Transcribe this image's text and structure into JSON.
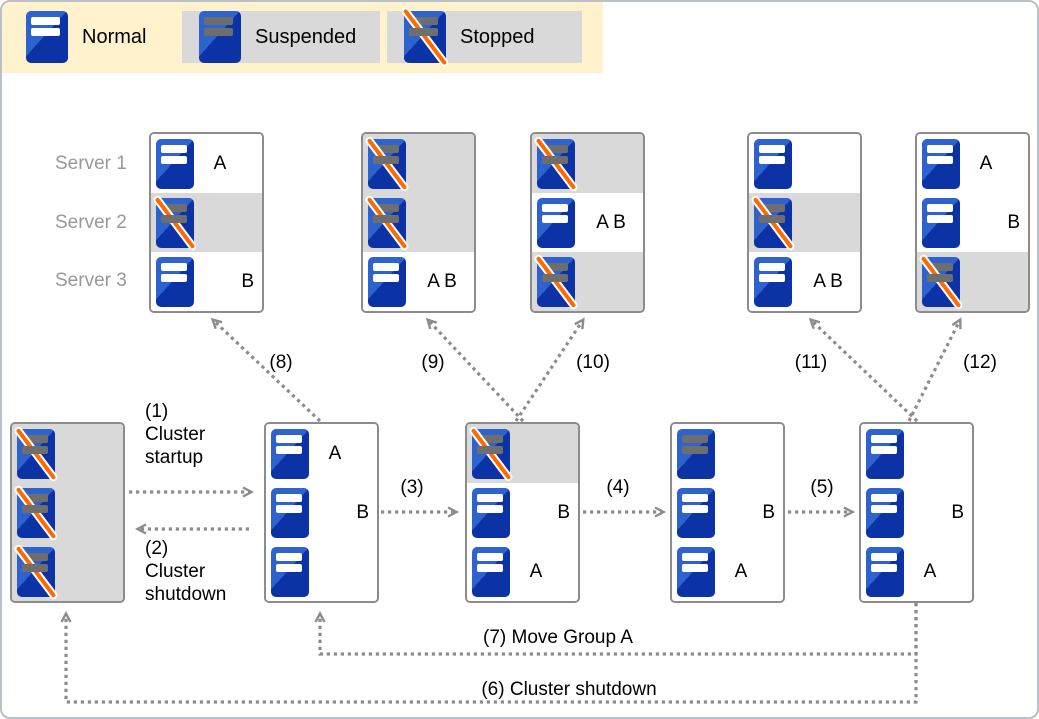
{
  "colors": {
    "cream": "#FFF2CC",
    "gray_row": "#D9D9D9",
    "blue_l": "#2E63CE",
    "blue_d": "#0C33A6",
    "orange": "#FF6A00",
    "border": "#8C8C8C",
    "arrow": "#8C8C8C",
    "muted": "#999999"
  },
  "legend": {
    "items": [
      {
        "state": "normal",
        "label": "Normal"
      },
      {
        "state": "suspended",
        "label": "Suspended"
      },
      {
        "state": "stopped",
        "label": "Stopped"
      }
    ]
  },
  "server_rows": [
    "Server 1",
    "Server 2",
    "Server 3"
  ],
  "clusters": {
    "top": [
      {
        "rows": [
          {
            "state": "normal",
            "group": "A",
            "slot": "a",
            "bg": "white"
          },
          {
            "state": "stopped",
            "group": "",
            "bg": "gray"
          },
          {
            "state": "normal",
            "group": "B",
            "slot": "b",
            "bg": "white"
          }
        ]
      },
      {
        "rows": [
          {
            "state": "stopped",
            "group": "",
            "bg": "gray"
          },
          {
            "state": "stopped",
            "group": "",
            "bg": "gray"
          },
          {
            "state": "normal",
            "group": "A B",
            "slot": "ab",
            "bg": "white"
          }
        ]
      },
      {
        "rows": [
          {
            "state": "stopped",
            "group": "",
            "bg": "gray"
          },
          {
            "state": "normal",
            "group": "A B",
            "slot": "ab",
            "bg": "white"
          },
          {
            "state": "stopped",
            "group": "",
            "bg": "gray"
          }
        ]
      },
      {
        "rows": [
          {
            "state": "normal",
            "group": "",
            "bg": "white"
          },
          {
            "state": "stopped",
            "group": "",
            "bg": "gray"
          },
          {
            "state": "normal",
            "group": "A B",
            "slot": "ab",
            "bg": "white"
          }
        ]
      },
      {
        "rows": [
          {
            "state": "normal",
            "group": "A",
            "slot": "a",
            "bg": "white"
          },
          {
            "state": "normal",
            "group": "B",
            "slot": "b",
            "bg": "white"
          },
          {
            "state": "stopped",
            "group": "",
            "bg": "gray"
          }
        ]
      }
    ],
    "bottom": [
      {
        "rows": [
          {
            "state": "stopped",
            "group": "",
            "bg": "gray"
          },
          {
            "state": "stopped",
            "group": "",
            "bg": "gray"
          },
          {
            "state": "stopped",
            "group": "",
            "bg": "gray"
          }
        ]
      },
      {
        "rows": [
          {
            "state": "normal",
            "group": "A",
            "slot": "a",
            "bg": "white"
          },
          {
            "state": "normal",
            "group": "B",
            "slot": "b",
            "bg": "white"
          },
          {
            "state": "normal",
            "group": "",
            "bg": "white"
          }
        ]
      },
      {
        "rows": [
          {
            "state": "stopped",
            "group": "",
            "bg": "gray"
          },
          {
            "state": "normal",
            "group": "B",
            "slot": "b",
            "bg": "white"
          },
          {
            "state": "normal",
            "group": "A",
            "slot": "a",
            "bg": "white"
          }
        ]
      },
      {
        "rows": [
          {
            "state": "suspended",
            "group": "",
            "bg": "white"
          },
          {
            "state": "normal",
            "group": "B",
            "slot": "b",
            "bg": "white"
          },
          {
            "state": "normal",
            "group": "A",
            "slot": "a",
            "bg": "white"
          }
        ]
      },
      {
        "rows": [
          {
            "state": "normal",
            "group": "",
            "bg": "white"
          },
          {
            "state": "normal",
            "group": "B",
            "slot": "b",
            "bg": "white"
          },
          {
            "state": "normal",
            "group": "A",
            "slot": "a",
            "bg": "white"
          }
        ]
      }
    ]
  },
  "transitions": {
    "t1": "(1)\nCluster\nstartup",
    "t2": "(2)\nCluster\nshutdown",
    "t3": "(3)",
    "t4": "(4)",
    "t5": "(5)",
    "t6": "(6) Cluster shutdown",
    "t7": "(7) Move Group A",
    "t8": "(8)",
    "t9": "(9)",
    "t10": "(10)",
    "t11": "(11)",
    "t12": "(12)"
  }
}
